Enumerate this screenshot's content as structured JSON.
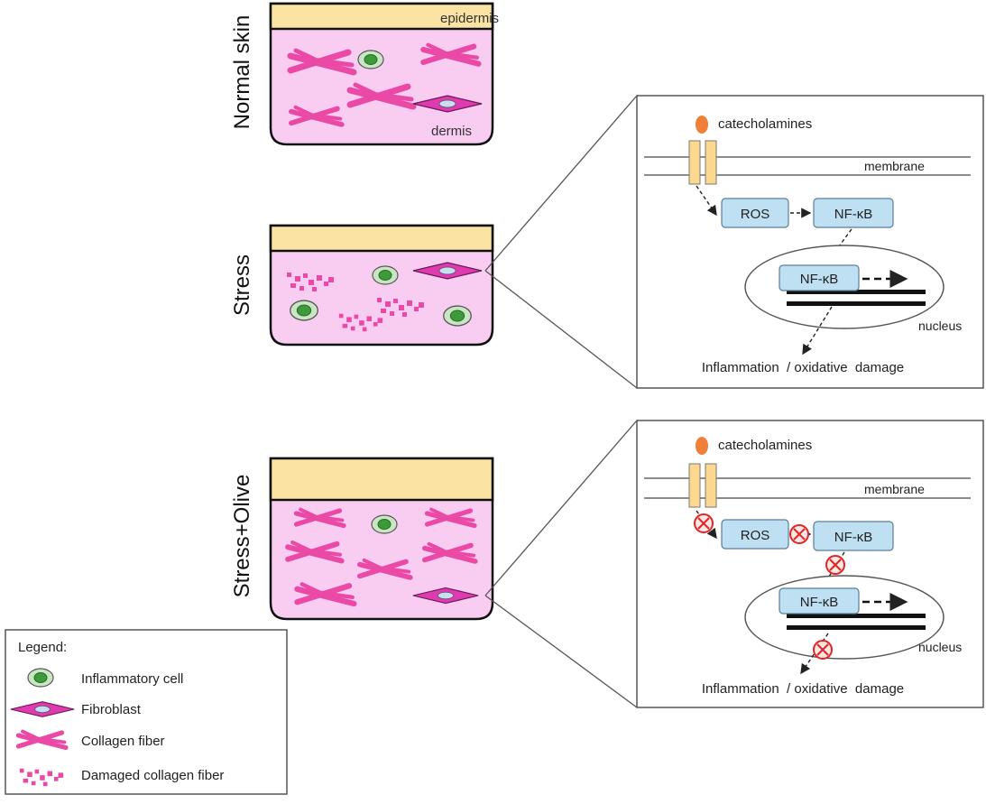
{
  "row_labels": {
    "normal": "Normal  skin",
    "stress": "Stress",
    "olive": "Stress+Olive"
  },
  "skin_labels": {
    "epidermis": "epidermis",
    "dermis": "dermis"
  },
  "pathway": {
    "catecholamines": "catecholamines",
    "membrane": "membrane",
    "ros": "ROS",
    "nfkb": "NF-κB",
    "nucleus": "nucleus",
    "outcome": "Inflammation  / oxidative  damage"
  },
  "legend": {
    "title": "Legend:",
    "items": [
      {
        "label": "Inflammatory cell",
        "icon": "inflammatory-cell-icon"
      },
      {
        "label": "Fibroblast",
        "icon": "fibroblast-icon"
      },
      {
        "label": "Collagen fiber",
        "icon": "collagen-fiber-icon"
      },
      {
        "label": "Damaged collagen fiber",
        "icon": "damaged-collagen-fiber-icon"
      }
    ]
  },
  "colors": {
    "epidermis": "#fbe3a4",
    "dermis": "#f9cdf2",
    "collagen": "#ea4aa5",
    "cell_outer": "#c9e6c3",
    "cell_inner": "#3d9a3a",
    "fibroblast": "#e03ab0",
    "fibroblast_inner": "#c6dff5",
    "box": "#bfe0f3",
    "receptor": "#fcd98f",
    "ligand": "#f07f38",
    "inhibit": "#e02424"
  }
}
